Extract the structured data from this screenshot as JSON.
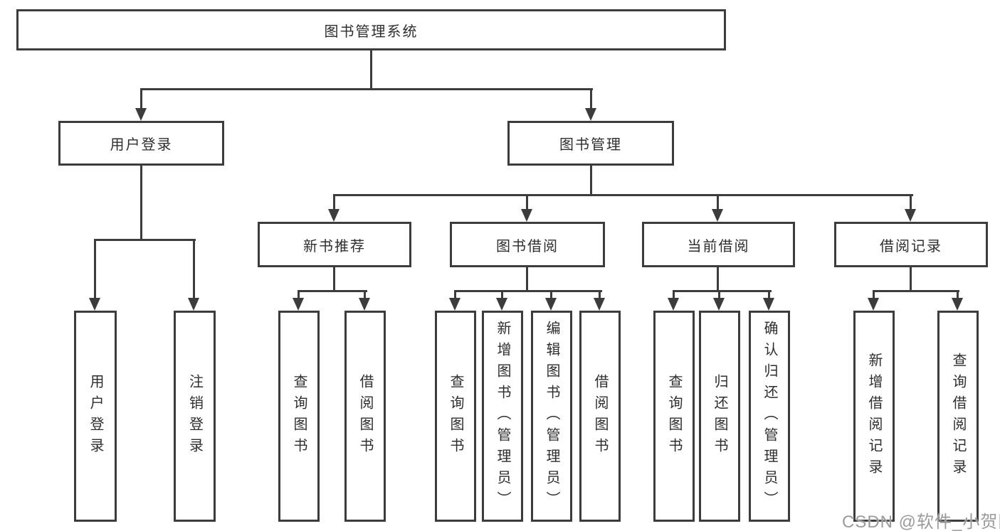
{
  "tree": {
    "root": "图书管理系统",
    "level2": [
      "用户登录",
      "图书管理"
    ],
    "level3": [
      "新书推荐",
      "图书借阅",
      "当前借阅",
      "借阅记录"
    ],
    "leaves_login": [
      "用户登录",
      "注销登录"
    ],
    "leaves_newbook": [
      "查询图书",
      "借阅图书"
    ],
    "leaves_borrow": [
      "查询图书",
      "新增图书（管理员）",
      "编辑图书（管理员）",
      "借阅图书"
    ],
    "leaves_current": [
      "查询图书",
      "归还图书",
      "确认归还（管理员）"
    ],
    "leaves_records": [
      "新增借阅记录",
      "查询借阅记录"
    ]
  },
  "watermark": "CSDN @软件_小贺同学",
  "colors": {
    "line": "#3c3c3c",
    "text": "#2e2e2e",
    "background": "#ffffff",
    "watermark": "#9b9b9b"
  }
}
